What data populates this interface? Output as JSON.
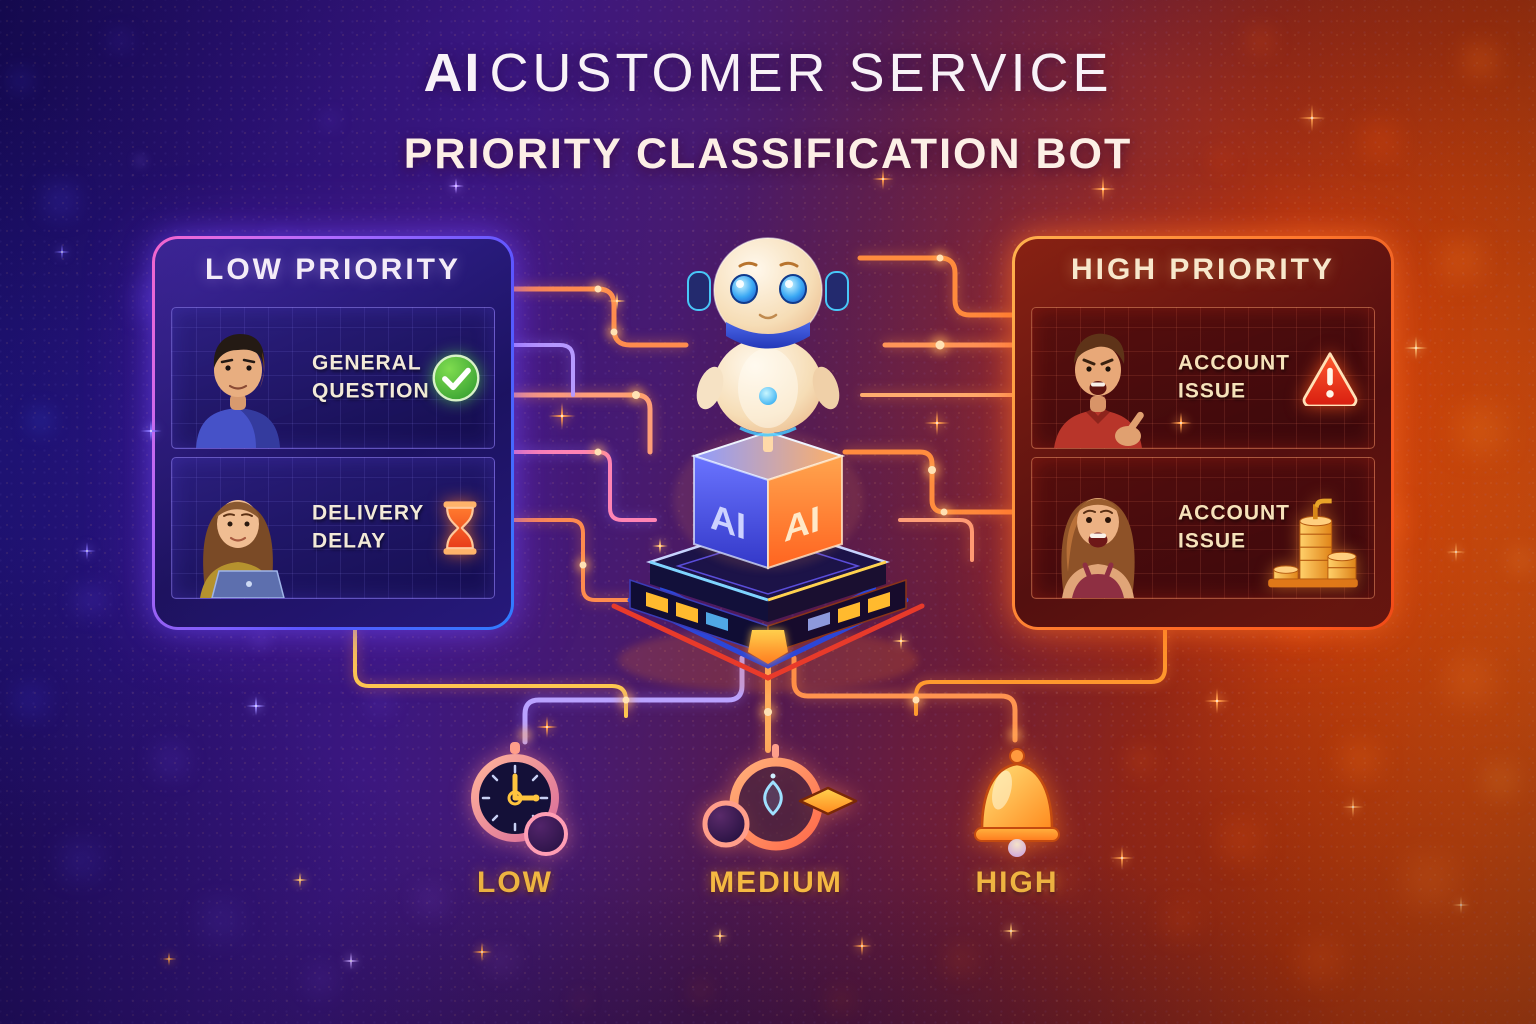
{
  "title": {
    "prefix": "AI",
    "line1_rest": "CUSTOMER SERVICE",
    "line2": "PRIORITY CLASSIFICATION BOT"
  },
  "panels": {
    "low": {
      "header": "LOW PRIORITY",
      "accent_color": "#6a5cff",
      "cards": [
        {
          "label": "GENERAL QUESTION",
          "icon": "check-circle-icon",
          "person": "smiling-man-blue-hoodie"
        },
        {
          "label": "DELIVERY DELAY",
          "icon": "hourglass-icon",
          "person": "woman-with-laptop"
        }
      ]
    },
    "high": {
      "header": "HIGH PRIORITY",
      "accent_color": "#ff7a2e",
      "cards": [
        {
          "label": "ACCOUNT ISSUE",
          "icon": "warning-triangle-icon",
          "person": "angry-man-red-shirt"
        },
        {
          "label": "ACCOUNT ISSUE",
          "icon": "coins-icon",
          "person": "surprised-woman"
        }
      ]
    }
  },
  "robot": {
    "name": "ai-classification-robot",
    "cube_labels": [
      "AI",
      "AI"
    ]
  },
  "levels": [
    {
      "label": "LOW",
      "icon": "stopwatch-icon"
    },
    {
      "label": "MEDIUM",
      "icon": "gauge-arrow-icon"
    },
    {
      "label": "HIGH",
      "icon": "bell-icon"
    }
  ],
  "colors": {
    "background_left": "#1d0f6b",
    "background_right": "#d24b04",
    "wire_orange": "#ff8a3c",
    "wire_purple": "#b49aff",
    "check_green": "#4cba3a",
    "warning_red": "#e03018",
    "gold_label": "#f5b942",
    "cream_text": "#f6e9d4"
  }
}
